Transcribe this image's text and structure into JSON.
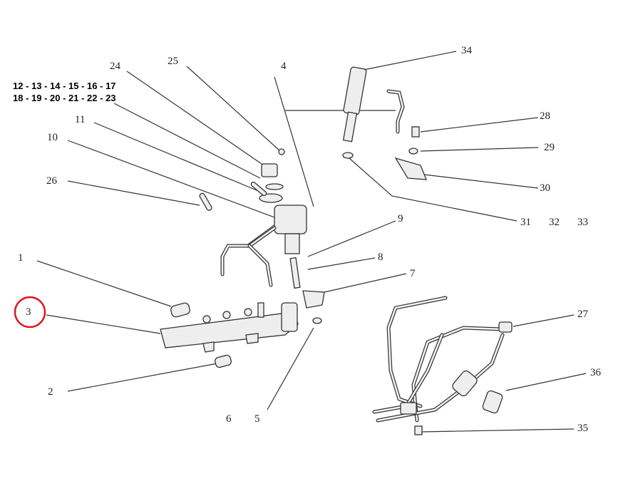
{
  "labels": {
    "l1": "1",
    "l2": "2",
    "l3": "3",
    "l4": "4",
    "l5": "5",
    "l6": "6",
    "l7": "7",
    "l8": "8",
    "l9": "9",
    "l10": "10",
    "l11": "11",
    "l24": "24",
    "l25": "25",
    "l26": "26",
    "l27": "27",
    "l28": "28",
    "l29": "29",
    "l30": "30",
    "l31": "31",
    "l32": "32",
    "l33": "33",
    "l34": "34",
    "l35": "35",
    "l36": "36"
  },
  "group_labels": {
    "row1": "12 - 13 - 14 - 15 - 16 - 17",
    "row2": "18 - 19 - 20 - 21 - 22 - 23"
  },
  "highlight": {
    "label": "3",
    "color": "#e0141b"
  }
}
